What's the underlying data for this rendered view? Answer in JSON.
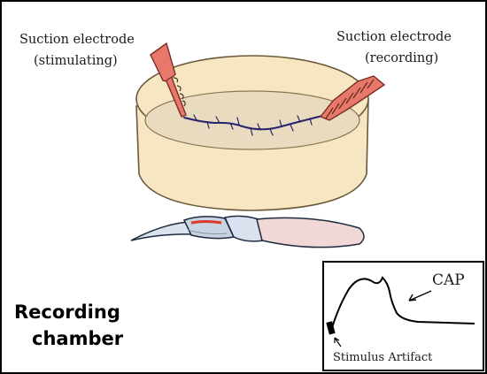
{
  "labels": {
    "electrode_stim_line1": "Suction electrode",
    "electrode_stim_line2": "(stimulating)",
    "electrode_rec_line1": "Suction electrode",
    "electrode_rec_line2": "(recording)",
    "chamber_line1": "Recording",
    "chamber_line2": "chamber",
    "cap": "CAP",
    "stimulus_artifact": "Stimulus Artifact"
  },
  "colors": {
    "dish_fill": "#f6e6c2",
    "dish_inner": "#ebdcc0",
    "electrode": "#e8786a",
    "nerve": "#27236e",
    "claw_fill": "#d9e2ee",
    "claw_pink": "#f2d7d7"
  }
}
